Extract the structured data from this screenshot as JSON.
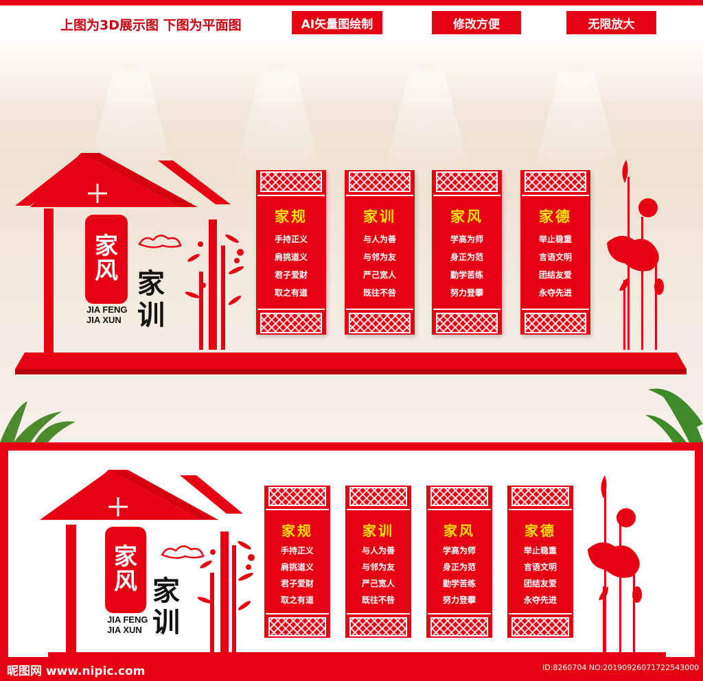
{
  "header": {
    "caption": "上图为3D展示图 下图为平面图",
    "tags": [
      "AI矢量图绘制",
      "修改方便",
      "无限放大"
    ]
  },
  "logo": {
    "badge_chars": [
      "家",
      "风"
    ],
    "pinyin": [
      "JIA FENG",
      "JIA XUN"
    ],
    "big_chars": [
      "家",
      "训"
    ]
  },
  "panels": [
    {
      "title": "家规",
      "lines": [
        "手持正义",
        "肩挑道义",
        "君子爱财",
        "取之有道"
      ]
    },
    {
      "title": "家训",
      "lines": [
        "与人为善",
        "与邻为友",
        "严己宽人",
        "既往不咎"
      ]
    },
    {
      "title": "家风",
      "lines": [
        "学高为师",
        "身正为范",
        "勤学苦练",
        "努力登攀"
      ]
    },
    {
      "title": "家德",
      "lines": [
        "举止稳重",
        "言语文明",
        "团结友爱",
        "永夺先进"
      ]
    }
  ],
  "watermark": {
    "site": "昵图网 www.nipic.com",
    "id_text": "ID:8260704 NO:20190926071722543000"
  },
  "colors": {
    "primary_red": "#e60012",
    "title_yellow": "#ffe400",
    "wall_beige": "#efe1d1"
  }
}
